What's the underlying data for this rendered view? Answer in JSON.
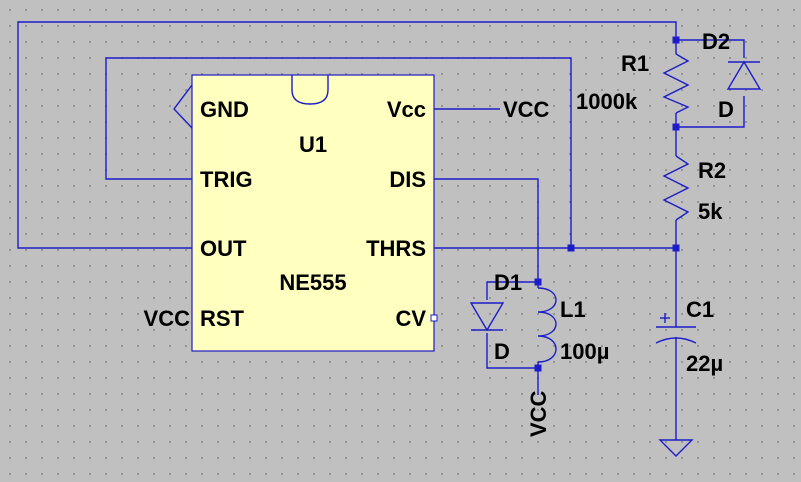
{
  "ic": {
    "ref": "U1",
    "part": "NE555",
    "pins": {
      "gnd": "GND",
      "trig": "TRIG",
      "out": "OUT",
      "rst": "RST",
      "vcc": "Vcc",
      "dis": "DIS",
      "thrs": "THRS",
      "cv": "CV"
    }
  },
  "nets": {
    "vcc_right": "VCC",
    "vcc_rst": "VCC",
    "vcc_bottom": "VCC"
  },
  "components": {
    "r1": {
      "ref": "R1",
      "value": "1000k"
    },
    "r2": {
      "ref": "R2",
      "value": "5k"
    },
    "c1": {
      "ref": "C1",
      "value": "22µ"
    },
    "d1": {
      "ref": "D1",
      "value": "D"
    },
    "d2": {
      "ref": "D2",
      "value": "D"
    },
    "l1": {
      "ref": "L1",
      "value": "100µ"
    }
  },
  "colors": {
    "wire": "#1c1cc8",
    "chip_fill": "#ffffc0",
    "background": "#c0c0c0"
  }
}
